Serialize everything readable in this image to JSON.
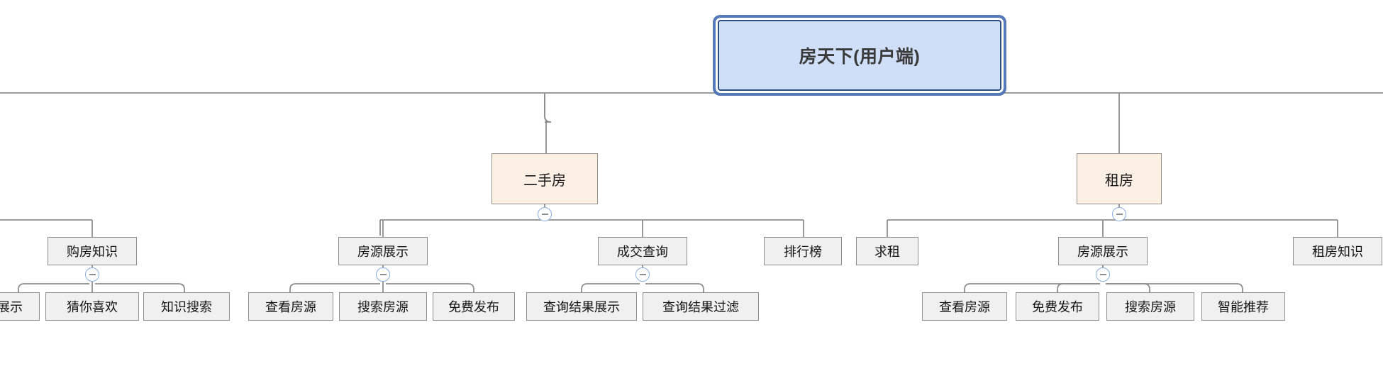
{
  "diagram": {
    "type": "mindmap-tree",
    "title": "房天下(用户端)",
    "orientation": "top-down",
    "colors": {
      "root_fill": "#cfdff8",
      "root_border": "#2f4f7f",
      "root_outer_glow": "#5579b9",
      "category_fill": "#fcefe3",
      "category_border": "#96918c",
      "node_fill": "#f0f0f0",
      "node_border": "#8e8e8e",
      "edge": "#8e8e8e",
      "toggle_border": "#8aaede",
      "canvas": "#ffffff"
    },
    "toggle_icon": "collapse-minus-icon"
  },
  "nodes": {
    "root": {
      "label": "房天下(用户端)",
      "level": 0
    },
    "level2": [
      {
        "id": "ershoufang",
        "label": "二手房",
        "level": 2,
        "collapsible": true
      },
      {
        "id": "zufang",
        "label": "租房",
        "level": 2,
        "collapsible": true
      }
    ],
    "level3": [
      {
        "id": "goufangzhishi",
        "label": "购房知识",
        "parent": "cut-off-left",
        "collapsible": true
      },
      {
        "id": "fys-ershou",
        "label": "房源展示",
        "parent": "ershoufang",
        "collapsible": true
      },
      {
        "id": "chengjiaochaxun",
        "label": "成交查询",
        "parent": "ershoufang",
        "collapsible": true
      },
      {
        "id": "paihangbang",
        "label": "排行榜",
        "parent": "ershoufang",
        "collapsible": false
      },
      {
        "id": "qiuzu",
        "label": "求租",
        "parent": "zufang",
        "collapsible": false
      },
      {
        "id": "fys-zufang",
        "label": "房源展示",
        "parent": "zufang",
        "collapsible": true
      },
      {
        "id": "zufangzhishi",
        "label": "租房知识",
        "parent": "zufang",
        "collapsible": false
      }
    ],
    "leaves": [
      {
        "id": "zhanshi",
        "label": "展示",
        "parent": "goufangzhishi",
        "clipped": true
      },
      {
        "id": "caixihuan",
        "label": "猜你喜欢",
        "parent": "goufangzhishi",
        "clipped": false
      },
      {
        "id": "zhishisousuo",
        "label": "知识搜索",
        "parent": "goufangzhishi",
        "clipped": false
      },
      {
        "id": "chakanfy1",
        "label": "查看房源",
        "parent": "fys-ershou",
        "clipped": false
      },
      {
        "id": "sousuofy1",
        "label": "搜索房源",
        "parent": "fys-ershou",
        "clipped": false
      },
      {
        "id": "mianfeifabu1",
        "label": "免费发布",
        "parent": "fys-ershou",
        "clipped": false
      },
      {
        "id": "cxjgzhanshi",
        "label": "查询结果展示",
        "parent": "chengjiaochaxun",
        "clipped": false
      },
      {
        "id": "cxjgguolv",
        "label": "查询结果过滤",
        "parent": "chengjiaochaxun",
        "clipped": false
      },
      {
        "id": "chakanfy2",
        "label": "查看房源",
        "parent": "fys-zufang",
        "clipped": false
      },
      {
        "id": "mianfeifabu2",
        "label": "免费发布",
        "parent": "fys-zufang",
        "clipped": false
      },
      {
        "id": "sousuofy2",
        "label": "搜索房源",
        "parent": "fys-zufang",
        "clipped": false
      },
      {
        "id": "zhinengtuijian",
        "label": "智能推荐",
        "parent": "fys-zufang",
        "clipped": false
      }
    ]
  }
}
